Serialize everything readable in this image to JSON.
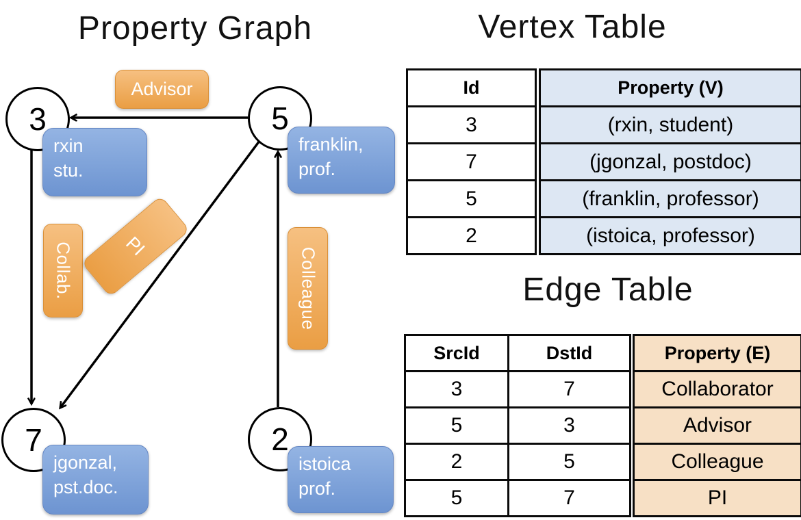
{
  "titles": {
    "graph": "Property Graph",
    "vertex": "Vertex Table",
    "edge": "Edge Table"
  },
  "graph": {
    "nodes": [
      {
        "id": "3",
        "props": [
          "rxin",
          "stu."
        ]
      },
      {
        "id": "5",
        "props": [
          "franklin,",
          "prof."
        ]
      },
      {
        "id": "7",
        "props": [
          "jgonzal,",
          "pst.doc."
        ]
      },
      {
        "id": "2",
        "props": [
          "istoica",
          "prof."
        ]
      }
    ],
    "edge_labels": {
      "advisor": "Advisor",
      "collab": "Collab.",
      "pi": "PI",
      "colleague": "Colleague"
    }
  },
  "vertex_table": {
    "headers": [
      "Id",
      "Property (V)"
    ],
    "rows": [
      [
        "3",
        "(rxin, student)"
      ],
      [
        "7",
        "(jgonzal, postdoc)"
      ],
      [
        "5",
        "(franklin, professor)"
      ],
      [
        "2",
        "(istoica, professor)"
      ]
    ]
  },
  "edge_table": {
    "headers": [
      "SrcId",
      "DstId",
      "Property (E)"
    ],
    "rows": [
      [
        "3",
        "7",
        "Collaborator"
      ],
      [
        "5",
        "3",
        "Advisor"
      ],
      [
        "2",
        "5",
        "Colleague"
      ],
      [
        "5",
        "7",
        "PI"
      ]
    ]
  },
  "colors": {
    "edge_label_orange": "#EB9E44",
    "vertex_prop_blue": "#7DA1D8",
    "vertex_table_column_bg": "#DDE7F3",
    "edge_table_column_bg": "#F7E0C5",
    "line_black": "#000000"
  }
}
